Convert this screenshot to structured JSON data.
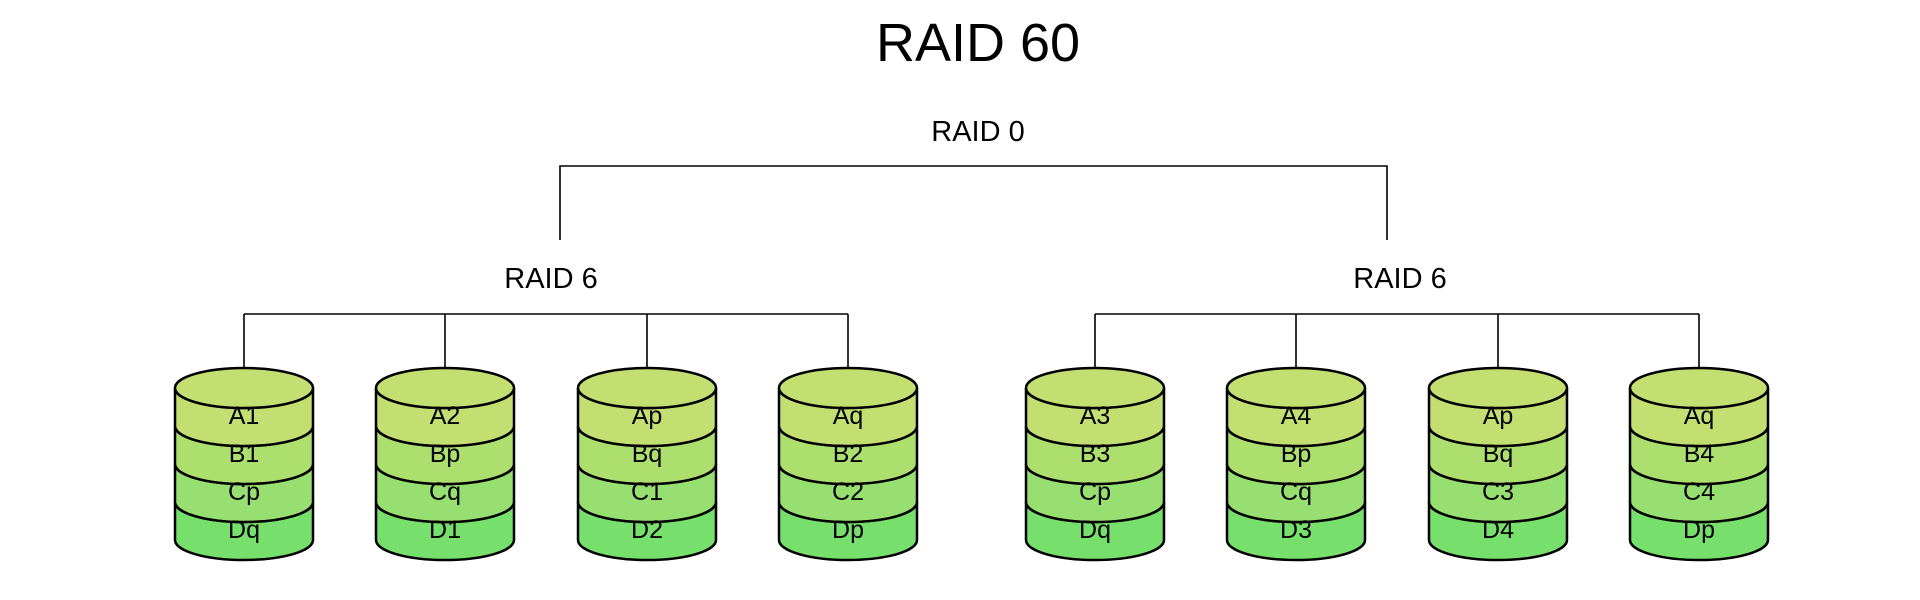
{
  "title": "RAID 60",
  "top_label": "RAID 0",
  "groups": [
    {
      "label": "RAID 6",
      "disks": [
        [
          "A1",
          "B1",
          "Cp",
          "Dq"
        ],
        [
          "A2",
          "Bp",
          "Cq",
          "D1"
        ],
        [
          "Ap",
          "Bq",
          "C1",
          "D2"
        ],
        [
          "Aq",
          "B2",
          "C2",
          "Dp"
        ]
      ]
    },
    {
      "label": "RAID 6",
      "disks": [
        [
          "A3",
          "B3",
          "Cp",
          "Dq"
        ],
        [
          "A4",
          "Bp",
          "Cq",
          "D3"
        ],
        [
          "Ap",
          "Bq",
          "C3",
          "D4"
        ],
        [
          "Aq",
          "B4",
          "C4",
          "Dp"
        ]
      ]
    }
  ],
  "colors": {
    "layer_fills": [
      "#c3df71",
      "#addf6e",
      "#97df70",
      "#77df6c"
    ],
    "lines": "#000000",
    "background": "#ffffff"
  }
}
